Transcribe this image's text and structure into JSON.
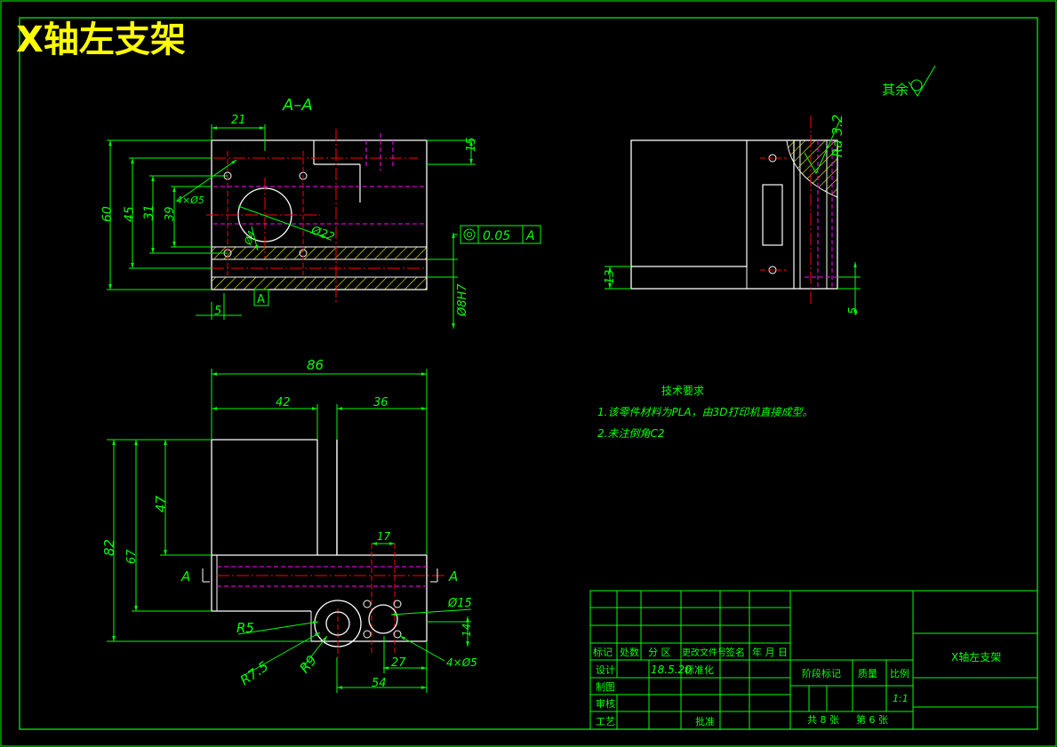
{
  "title": "X轴左支架",
  "colors": {
    "background": "#000000",
    "outline": "#ffffff",
    "dimension": "#00ff00",
    "center_line": "#ff0000",
    "hidden_line": "#ff00ff",
    "title_yellow": "#ffff00",
    "hatch": "#ffff00"
  },
  "section_label": "A–A",
  "roughness": {
    "general_label": "其余",
    "ra_label": "Ra 3.2"
  },
  "section_view": {
    "dims": {
      "d21": "21",
      "d15": "15",
      "d60": "60",
      "d45": "45",
      "d31": "31",
      "d39": "39",
      "holes": "4×Ø5",
      "d22": "Ø22",
      "d4": "Ø4",
      "d5": "5",
      "d8h7": "Ø8H7",
      "letter_a": "A"
    },
    "tolerance": {
      "value": "0.05",
      "datum": "A"
    }
  },
  "side_view": {
    "dims": {
      "d13": "13",
      "d5": "5"
    }
  },
  "plan_view": {
    "dims": {
      "d86": "86",
      "d42": "42",
      "d36": "36",
      "d47": "47",
      "d82": "82",
      "d67": "67",
      "d17": "17",
      "d15": "Ø15",
      "d14": "14",
      "d27": "27",
      "d54": "54",
      "holes": "4×Ø5",
      "r5": "R5",
      "r75": "R7.5",
      "r9": "R9",
      "section_left": "A",
      "section_right": "A"
    }
  },
  "tech": {
    "heading": "技术要求",
    "line1": "1.该零件材料为PLA，由3D打印机直接成型。",
    "line2": "2.未注倒角C2"
  },
  "title_block": {
    "row_headers": [
      "标记",
      "处数",
      "分 区",
      "更改文件号",
      "签名",
      "年 月 日"
    ],
    "design_label": "设计",
    "date_value": "18.5.20",
    "std_label": "标准化",
    "draw_label": "制图",
    "check_label": "审核",
    "process_label": "工艺",
    "approve_label": "批准",
    "stage_label": "阶段标记",
    "mass_label": "质量",
    "scale_label": "比例",
    "scale_value": "1:1",
    "sheets_total": "共 8 张",
    "sheet_no": "第 6 张",
    "part_name": "X轴左支架"
  }
}
